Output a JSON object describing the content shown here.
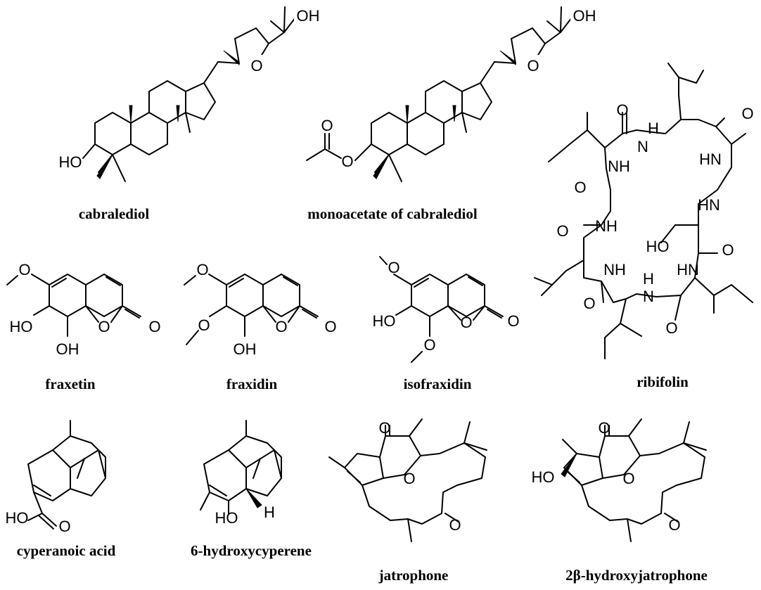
{
  "captions": {
    "cabralediol": "cabralediol",
    "monoacetate": "monoacetate of cabralediol",
    "fraxetin": "fraxetin",
    "fraxidin": "fraxidin",
    "isofraxidin": "isofraxidin",
    "ribifolin": "ribifolin",
    "cyperanoic": "cyperanoic acid",
    "hydroxycyperene": "6-hydroxycyperene",
    "jatrophone": "jatrophone",
    "hydroxyjatrophone": "2β-hydroxyjatrophone"
  },
  "atom_labels": {
    "OH": "OH",
    "HO": "HO",
    "O": "O",
    "NH": "NH",
    "HN": "HN",
    "N": "N",
    "H": "H"
  }
}
